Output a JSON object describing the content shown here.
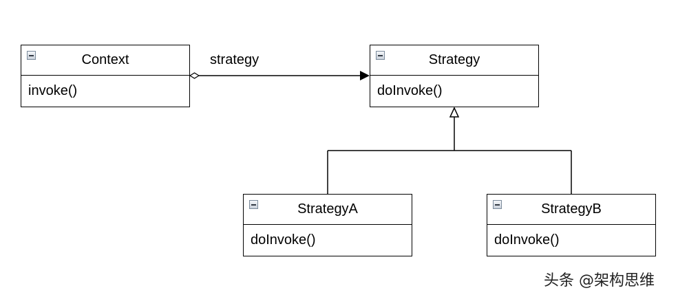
{
  "classes": {
    "context": {
      "name": "Context",
      "method": "invoke()"
    },
    "strategy": {
      "name": "Strategy",
      "method": "doInvoke()"
    },
    "strategy_a": {
      "name": "StrategyA",
      "method": "doInvoke()"
    },
    "strategy_b": {
      "name": "StrategyB",
      "method": "doInvoke()"
    }
  },
  "association": {
    "label": "strategy"
  },
  "watermark": {
    "text": "头条 @架构思维"
  },
  "icons": {
    "collapse": "collapse-minus-icon",
    "aggregation_end": "hollow-diamond-icon",
    "navigation_end": "filled-arrowhead-icon",
    "generalization_end": "hollow-triangle-icon"
  }
}
